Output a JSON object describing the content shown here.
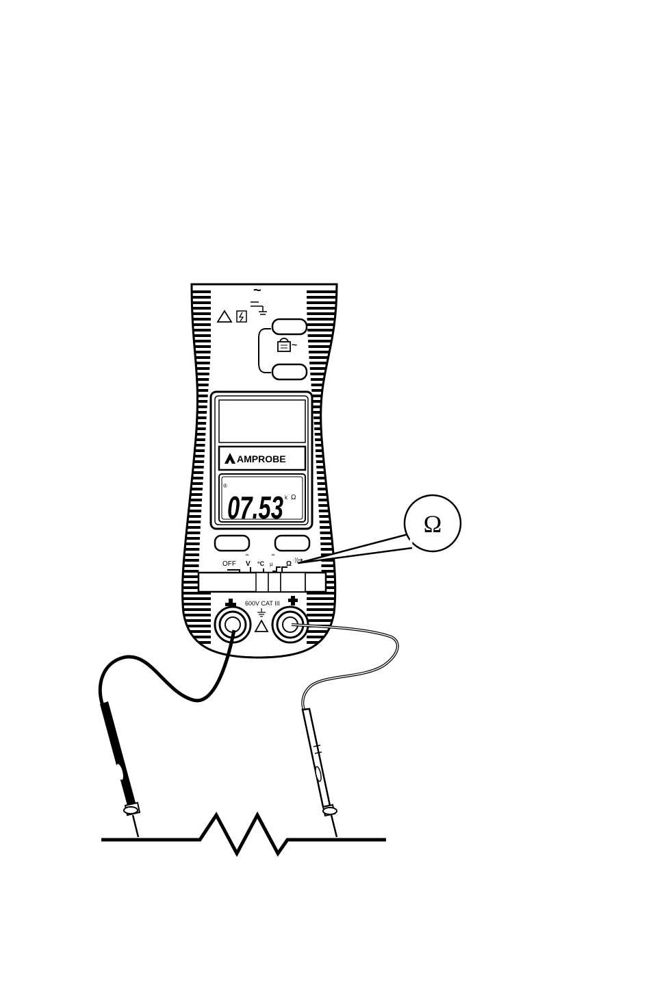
{
  "figure": {
    "description_none": "",
    "brand": "AMPROBE",
    "display_reading": "07.53",
    "display_unit_prefix": "k",
    "display_unit": "Ω",
    "callout_symbol": "Ω",
    "dial_labels": {
      "off": "OFF",
      "volts": "V",
      "celsius": "°C",
      "micro": "µ",
      "ohm": "Ω"
    },
    "terminal_rating": "600V CAT III",
    "ac_symbol": "~",
    "hold_symbol": "~",
    "colors": {
      "ink": "#000000",
      "paper": "#ffffff",
      "lcd_bg": "#ffffff"
    },
    "icons": [
      "warning-triangle-icon",
      "high-voltage-icon",
      "ground-icon",
      "lock-hold-icon",
      "plus-icon",
      "minus-icon",
      "resistor-icon"
    ]
  }
}
